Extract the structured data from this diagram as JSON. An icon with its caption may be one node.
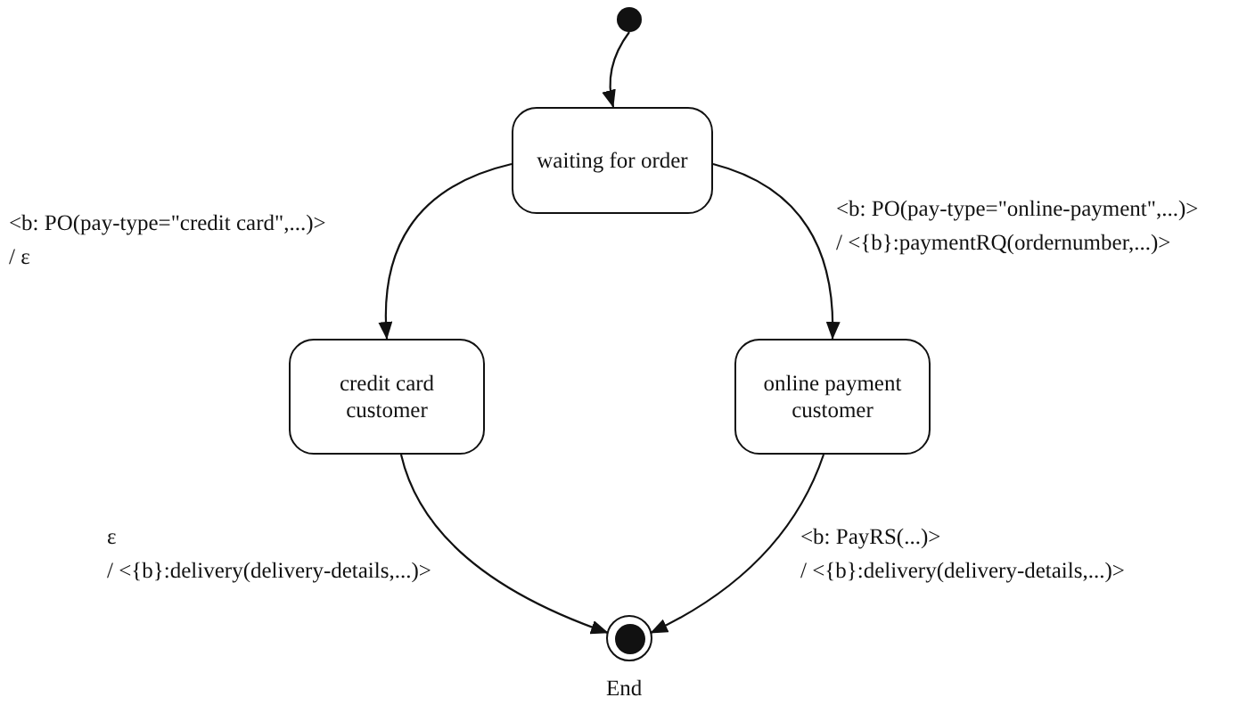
{
  "diagram": {
    "nodes": [
      {
        "text": [],
        "shape": "circle"
      },
      {
        "text": [
          "waiting for order"
        ]
      },
      {
        "text": [
          "credit card customer"
        ]
      },
      {
        "text": [
          "online payment customer"
        ]
      },
      {
        "text": [],
        "shape": "circle",
        "beside": [
          "End"
        ]
      }
    ],
    "edges": [
      {
        "from": 0,
        "to": 1,
        "arrow": "to"
      },
      {
        "from": 1,
        "to": 2,
        "arrow": "to",
        "label": "<b: PO(pay-type=\"credit card\",...)> / ε"
      },
      {
        "from": 1,
        "to": 3,
        "arrow": "to",
        "label": "<b: PO(pay-type=\"online-payment\",...)> / <{b}:paymentRQ(ordernumber,...)>"
      },
      {
        "from": 2,
        "to": 4,
        "arrow": "to",
        "label": "ε / <{b}:delivery(delivery-details,...)>"
      },
      {
        "from": 3,
        "to": 4,
        "arrow": "to",
        "label": "<b: PayRS(...)> / <{b}:delivery(delivery-details,...)>"
      }
    ]
  }
}
